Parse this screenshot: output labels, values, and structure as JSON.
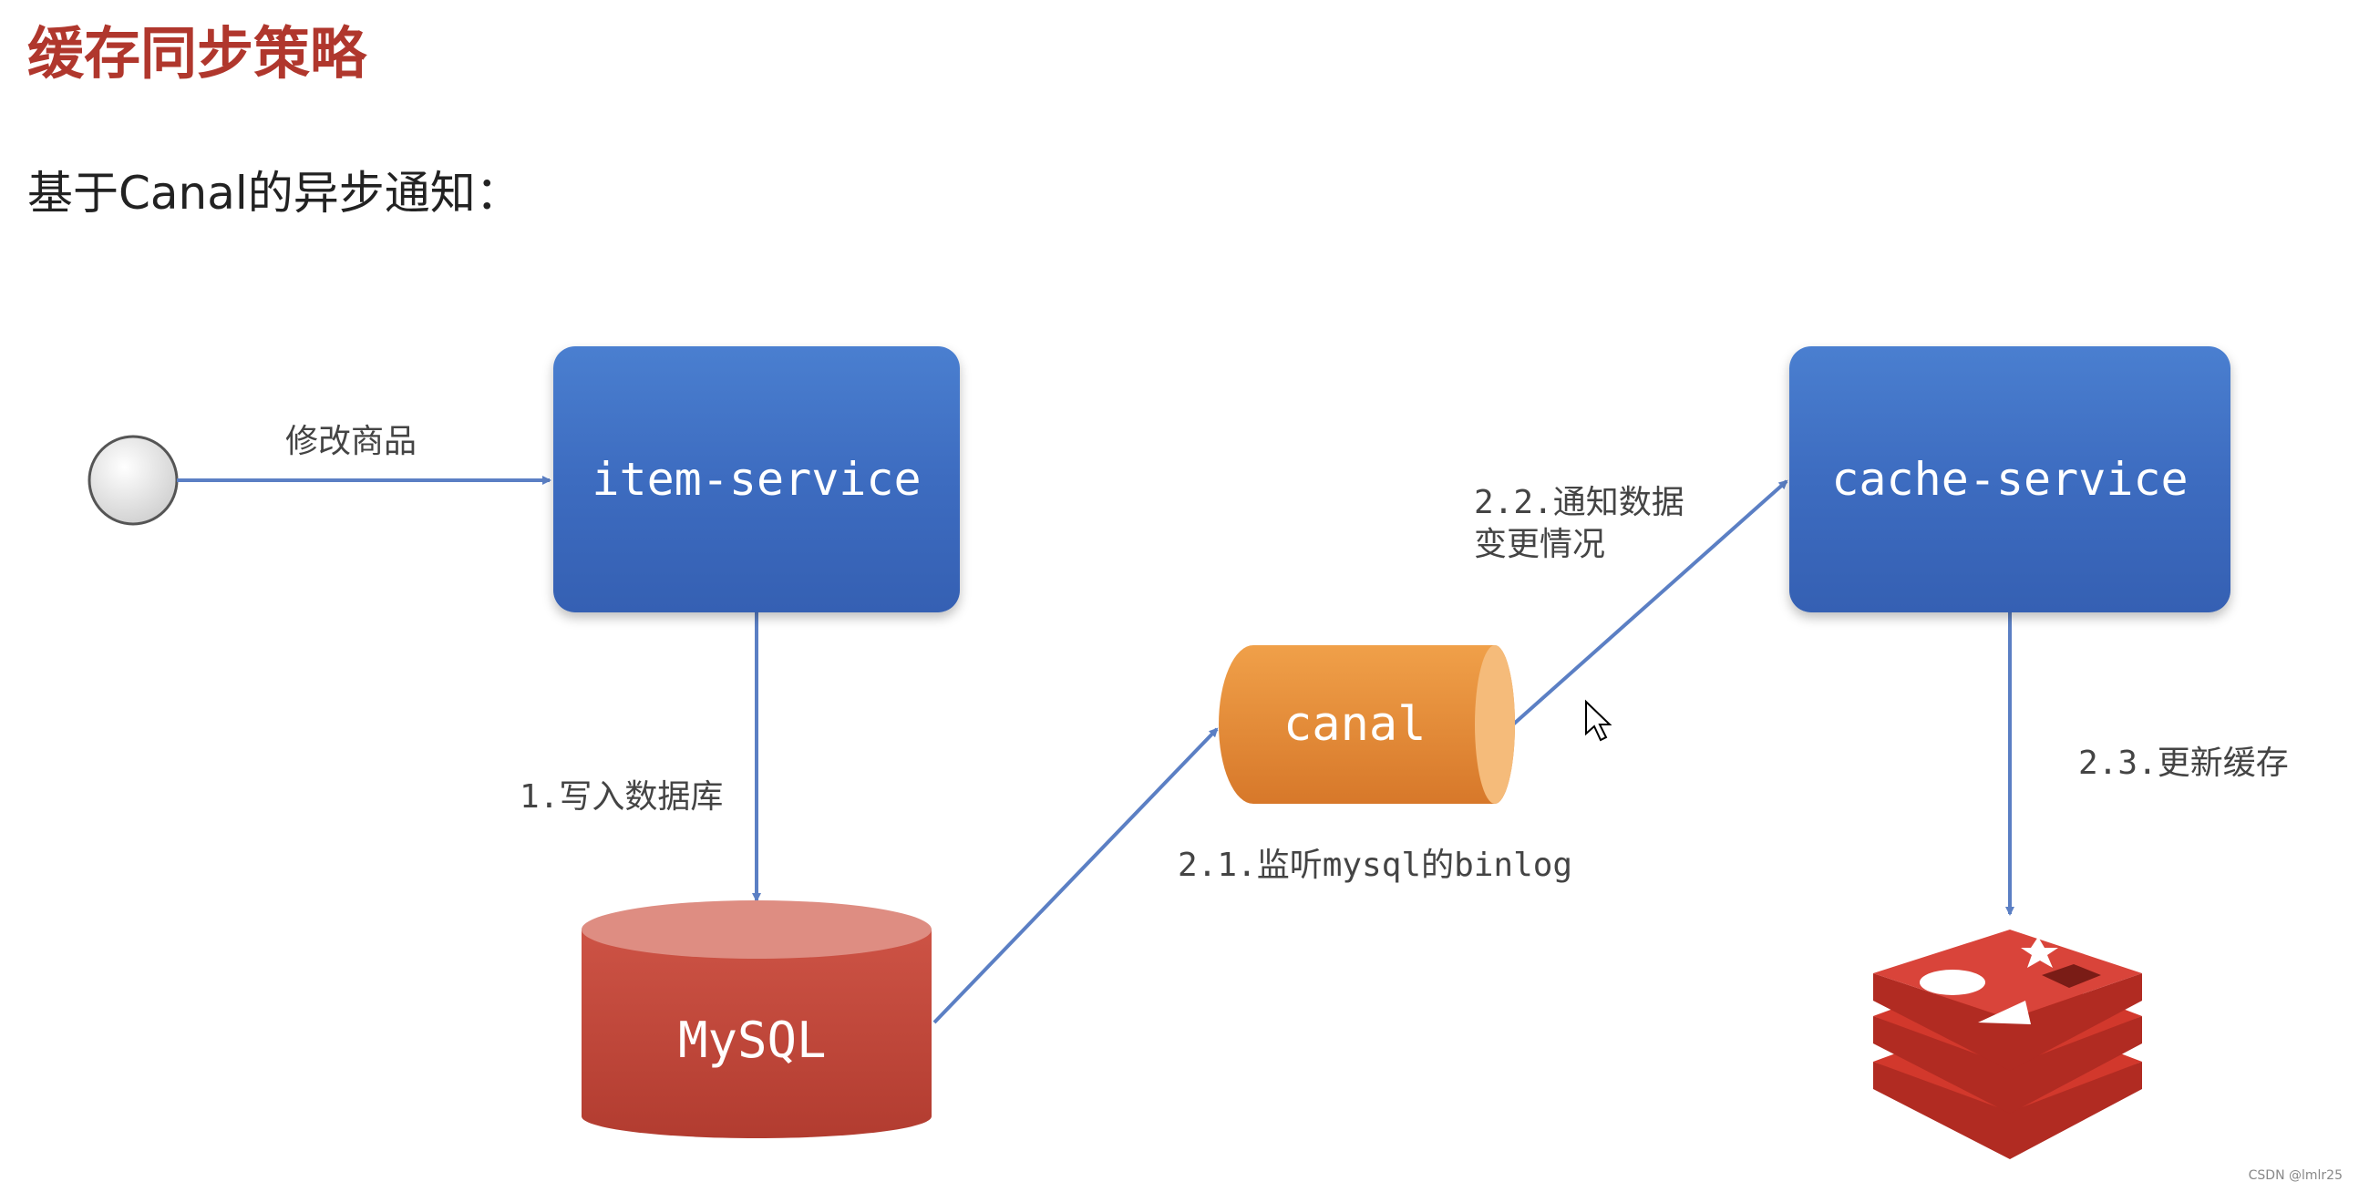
{
  "title": "缓存同步策略",
  "subtitle": "基于Canal的异步通知：",
  "nodes": {
    "item_service": "item-service",
    "cache_service": "cache-service",
    "canal": "canal",
    "mysql": "MySQL"
  },
  "edges": {
    "modify_product": "修改商品",
    "write_db": "1.写入数据库",
    "listen_binlog": "2.1.监听mysql的binlog",
    "notify_change_line1": "2.2.通知数据",
    "notify_change_line2": "变更情况",
    "update_cache": "2.3.更新缓存"
  },
  "colors": {
    "title": "#b0372d",
    "service_box": "#3d6cc0",
    "arrow": "#5b7fc4",
    "canal": "#e0852f",
    "mysql": "#c0473a",
    "redis": "#d2382c"
  },
  "icons": {
    "actor": "actor-circle-icon",
    "redis": "redis-icon",
    "cursor": "mouse-cursor-icon"
  },
  "watermark": "CSDN @lmlr25"
}
